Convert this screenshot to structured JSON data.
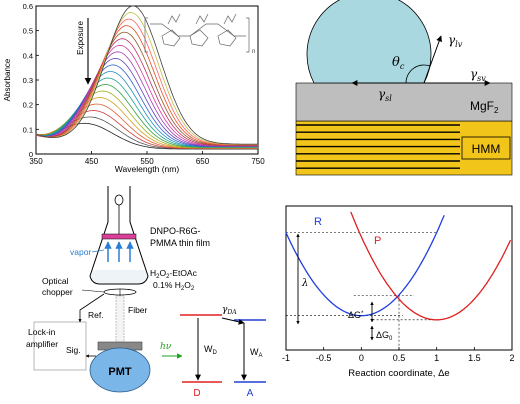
{
  "absorbance_panel": {
    "ylabel": "Absorbance",
    "xlabel": "Wavelength (nm)",
    "arrow_label": "Exposure",
    "x_ticks": [
      "350",
      "450",
      "550",
      "650",
      "750"
    ],
    "y_ticks": [
      "0",
      "0.1",
      "0.2",
      "0.3",
      "0.4",
      "0.5",
      "0.6"
    ],
    "polymer_subscript": "n"
  },
  "contact_angle_panel": {
    "theta_c": "θc",
    "gamma_lv": "γlv",
    "gamma_sv": "γsv",
    "gamma_sl": "γsl",
    "substrate": "MgF2",
    "hmm": "HMM",
    "colors": {
      "droplet": "#a9d8e0",
      "substrate": "#bebebe",
      "hmm_stripe": "#f2c51a"
    }
  },
  "setup_panel": {
    "film_label_1": "DNPO-R6G-",
    "film_label_2": "PMMA thin film",
    "vapor": "vapor",
    "solution_1": "H2O2-EtOAc",
    "solution_2": "0.1% H2O2",
    "chopper_1": "Optical",
    "chopper_2": "chopper",
    "fiber": "Fiber",
    "ref": "Ref.",
    "lockin_1": "Lock-in",
    "lockin_2": "amplifier",
    "sig": "Sig.",
    "pmt": "PMT",
    "colors": {
      "vapor": "#2a7fd4",
      "pmt": "#7bb6e8",
      "film": "#d8409a"
    }
  },
  "energy_panel": {
    "hv": "hν",
    "gamma_da": "γDA",
    "w_d": "WD",
    "w_a": "WA",
    "donor": "D",
    "acceptor": "A",
    "colors": {
      "donor": "#e02020",
      "acceptor": "#2040d0",
      "hv": "#20a020"
    }
  },
  "marcus_panel": {
    "R": "R",
    "P": "P",
    "lambda": "λ",
    "dG_star": "ΔG*",
    "dG0": "ΔG0",
    "xlabel": "Reaction coordinate, Δe",
    "x_ticks": [
      "-1",
      "-0.5",
      "0",
      "0.5",
      "1",
      "1.5",
      "2"
    ],
    "colors": {
      "R": "#2040e0",
      "P": "#e02020"
    }
  }
}
